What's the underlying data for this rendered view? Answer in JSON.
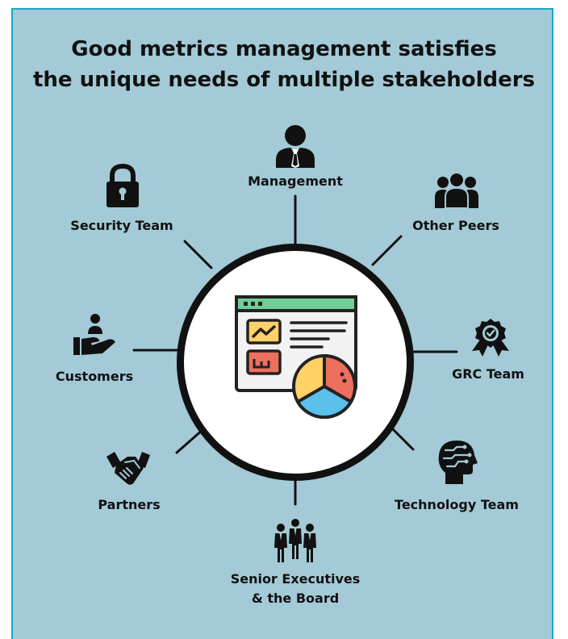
{
  "title": {
    "line1": "Good metrics management satisfies",
    "line2": "the unique needs of multiple stakeholders"
  },
  "colors": {
    "background": "#a3cad6",
    "frame_border": "#1aa7c7",
    "ink": "#111111",
    "dashboard_header": "#6fcf97",
    "pie_yellow": "#ffd166",
    "pie_red": "#ef6f5e",
    "pie_blue": "#5bc0eb"
  },
  "hub": {
    "icon": "dashboard-analytics-icon"
  },
  "stakeholders": {
    "management": {
      "label": "Management",
      "icon": "business-person-icon"
    },
    "other_peers": {
      "label": "Other Peers",
      "icon": "group-of-people-icon"
    },
    "grc_team": {
      "label": "GRC Team",
      "icon": "certified-badge-icon"
    },
    "technology_team": {
      "label": "Technology Team",
      "icon": "tech-brain-icon"
    },
    "senior_executives": {
      "label_line1": "Senior Executives",
      "label_line2": "& the Board",
      "icon": "executives-group-icon"
    },
    "partners": {
      "label": "Partners",
      "icon": "handshake-icon"
    },
    "customers": {
      "label": "Customers",
      "icon": "hand-holding-person-icon"
    },
    "security_team": {
      "label": "Security Team",
      "icon": "padlock-icon"
    }
  }
}
